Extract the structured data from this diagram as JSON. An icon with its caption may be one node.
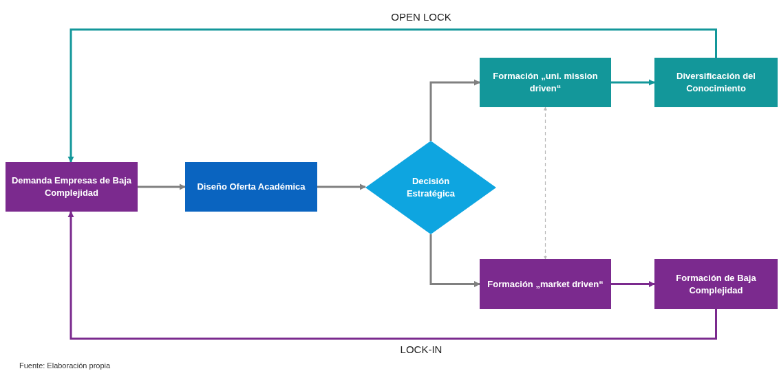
{
  "diagram": {
    "caption": "Fuente: Elaboración propia",
    "nodes": [
      {
        "text": [
          "Demanda Empresas de Baja Complejidad"
        ]
      },
      {
        "text": [
          "Diseño Oferta Académica"
        ]
      },
      {
        "text": [
          "Decisión Estratégica"
        ]
      },
      {
        "text": [
          "Formación „uni. mission driven“"
        ]
      },
      {
        "text": [
          "Diversificación del Conocimiento"
        ]
      },
      {
        "text": [
          "Formación „market driven“"
        ]
      },
      {
        "text": [
          "Formación de Baja Complejidad"
        ]
      }
    ],
    "edges": [
      {
        "from": 0,
        "to": 1,
        "arrow": "to"
      },
      {
        "from": 1,
        "to": 2,
        "arrow": "to"
      },
      {
        "from": 2,
        "to": 3,
        "arrow": "to"
      },
      {
        "from": 2,
        "to": 5,
        "arrow": "to"
      },
      {
        "from": 3,
        "to": 4,
        "arrow": "to",
        "color": "#13979a"
      },
      {
        "from": 5,
        "to": 6,
        "arrow": "to",
        "color": "#7b2a8e"
      },
      {
        "from": 4,
        "to": 0,
        "arrow": "to",
        "label": "OPEN LOCK",
        "color": "#13979a"
      },
      {
        "from": 6,
        "to": 0,
        "arrow": "to",
        "label": "LOCK-IN",
        "color": "#7b2a8e"
      },
      {
        "from": 3,
        "to": 5,
        "arrow": "both",
        "style": "dashed",
        "color": "#b8b8b8"
      }
    ]
  }
}
